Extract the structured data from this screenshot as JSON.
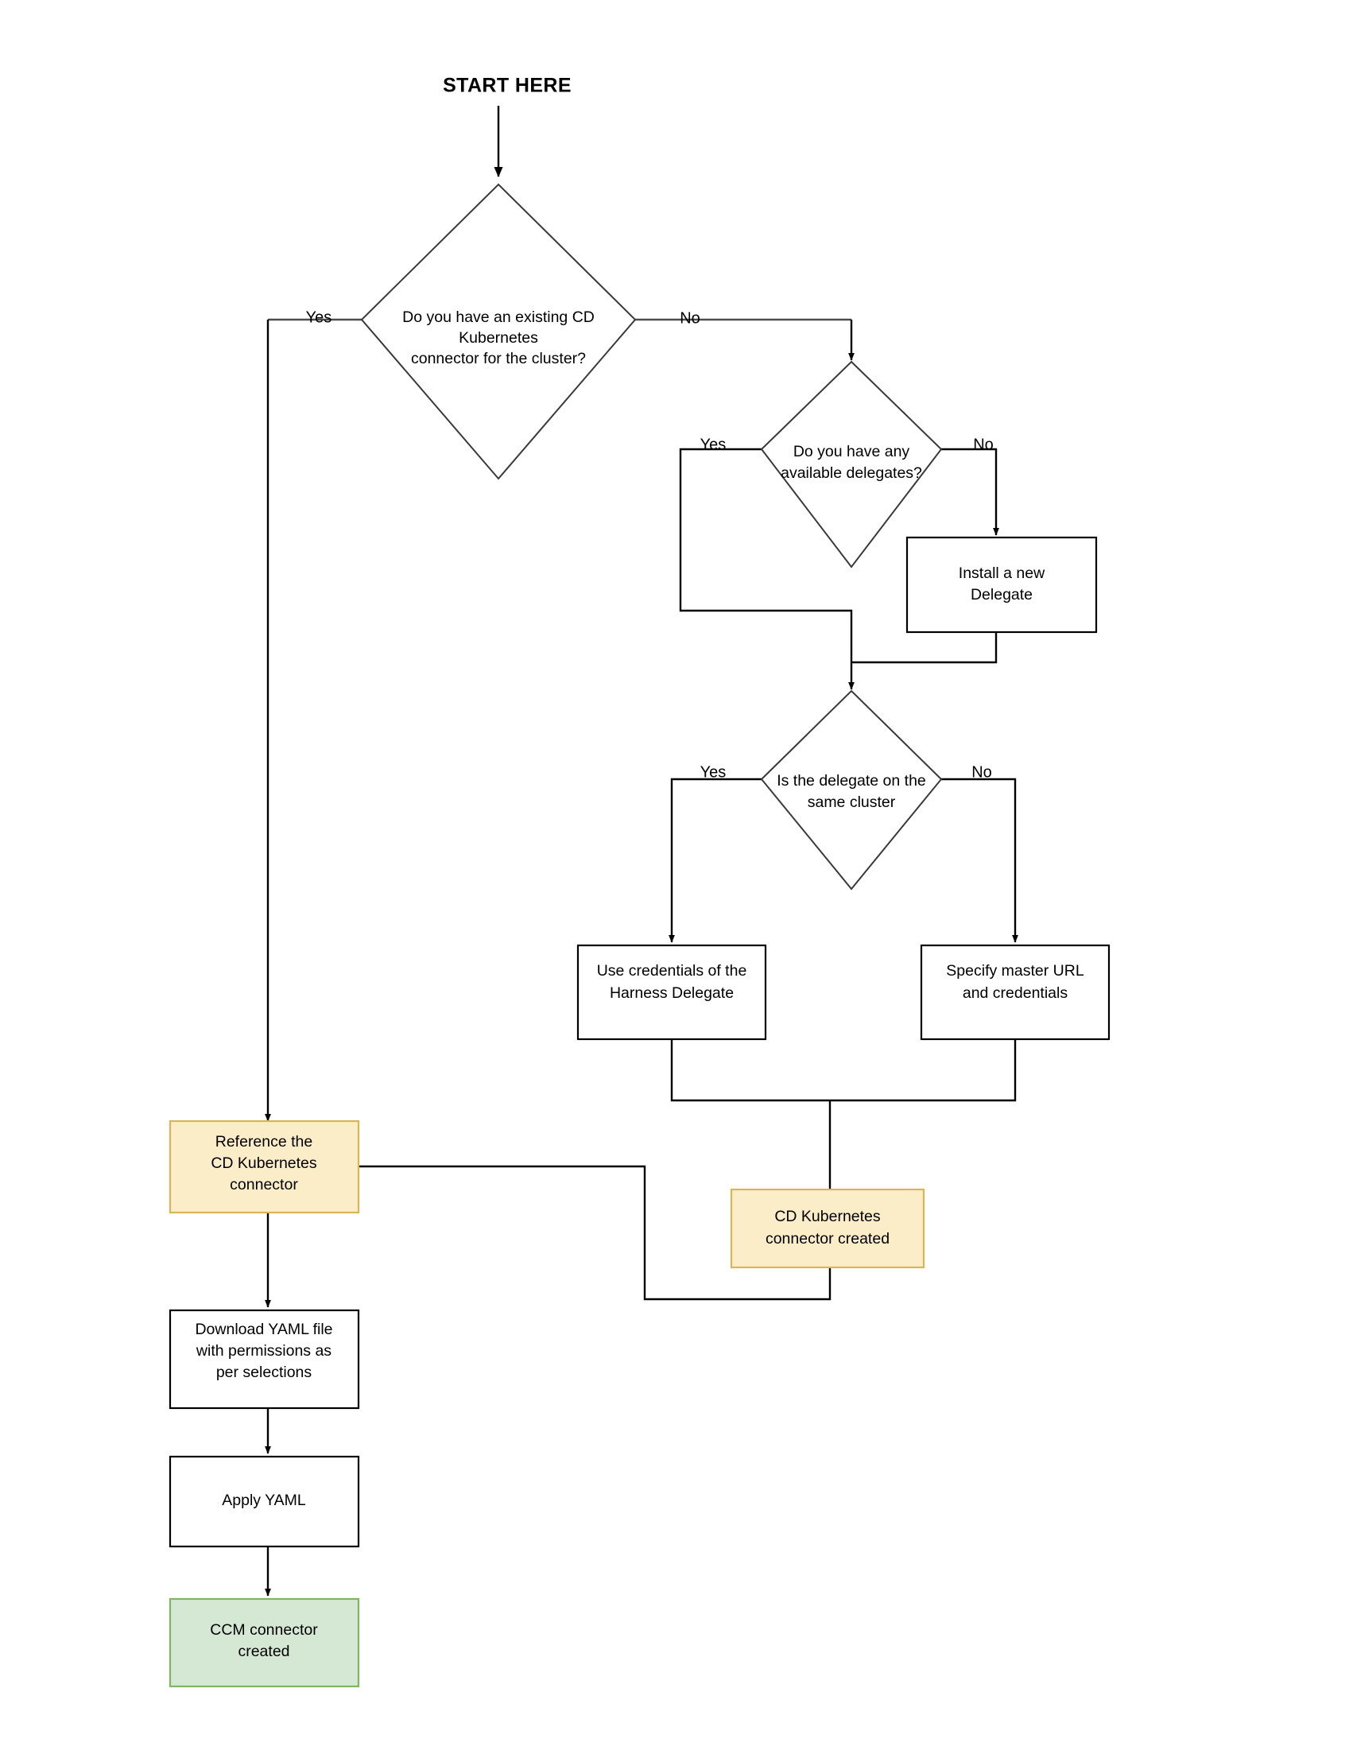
{
  "diagram": {
    "title_label": "START HERE",
    "type": "flowchart",
    "nodes": [
      {
        "id": "start",
        "kind": "label",
        "lines": [
          "START HERE"
        ]
      },
      {
        "id": "d1",
        "kind": "decision",
        "lines": [
          "Do you have an existing CD",
          "Kubernetes",
          "connector for the cluster?"
        ]
      },
      {
        "id": "d2",
        "kind": "decision",
        "lines": [
          "Do you have any",
          "available delegates?"
        ]
      },
      {
        "id": "p_install",
        "kind": "process",
        "lines": [
          "Install a new",
          "Delegate"
        ]
      },
      {
        "id": "d3",
        "kind": "decision",
        "lines": [
          "Is the delegate on the",
          "same cluster"
        ]
      },
      {
        "id": "p_creds",
        "kind": "process",
        "lines": [
          "Use credentials of the",
          "Harness Delegate"
        ]
      },
      {
        "id": "p_master",
        "kind": "process",
        "lines": [
          "Specify master URL",
          "and credentials"
        ]
      },
      {
        "id": "p_reference",
        "kind": "process-orange",
        "lines": [
          "Reference the",
          "CD Kubernetes",
          "connector"
        ]
      },
      {
        "id": "p_cdcreated",
        "kind": "process-orange",
        "lines": [
          "CD Kubernetes",
          "connector created"
        ]
      },
      {
        "id": "p_download",
        "kind": "process",
        "lines": [
          "Download YAML file",
          "with permissions as",
          "per selections"
        ]
      },
      {
        "id": "p_apply",
        "kind": "process",
        "lines": [
          "Apply YAML"
        ]
      },
      {
        "id": "p_ccm",
        "kind": "process-green",
        "lines": [
          "CCM connector",
          "created"
        ]
      }
    ],
    "edge_labels": {
      "d1_yes": "Yes",
      "d1_no": "No",
      "d2_yes": "Yes",
      "d2_no": "No",
      "d3_yes": "Yes",
      "d3_no": "No"
    },
    "colors": {
      "orange_fill": "#fcedc9",
      "orange_stroke": "#d6b656",
      "green_fill": "#d5e8d4",
      "green_stroke": "#82b366",
      "line": "#000000",
      "text": "#000000",
      "background": "#ffffff"
    }
  }
}
